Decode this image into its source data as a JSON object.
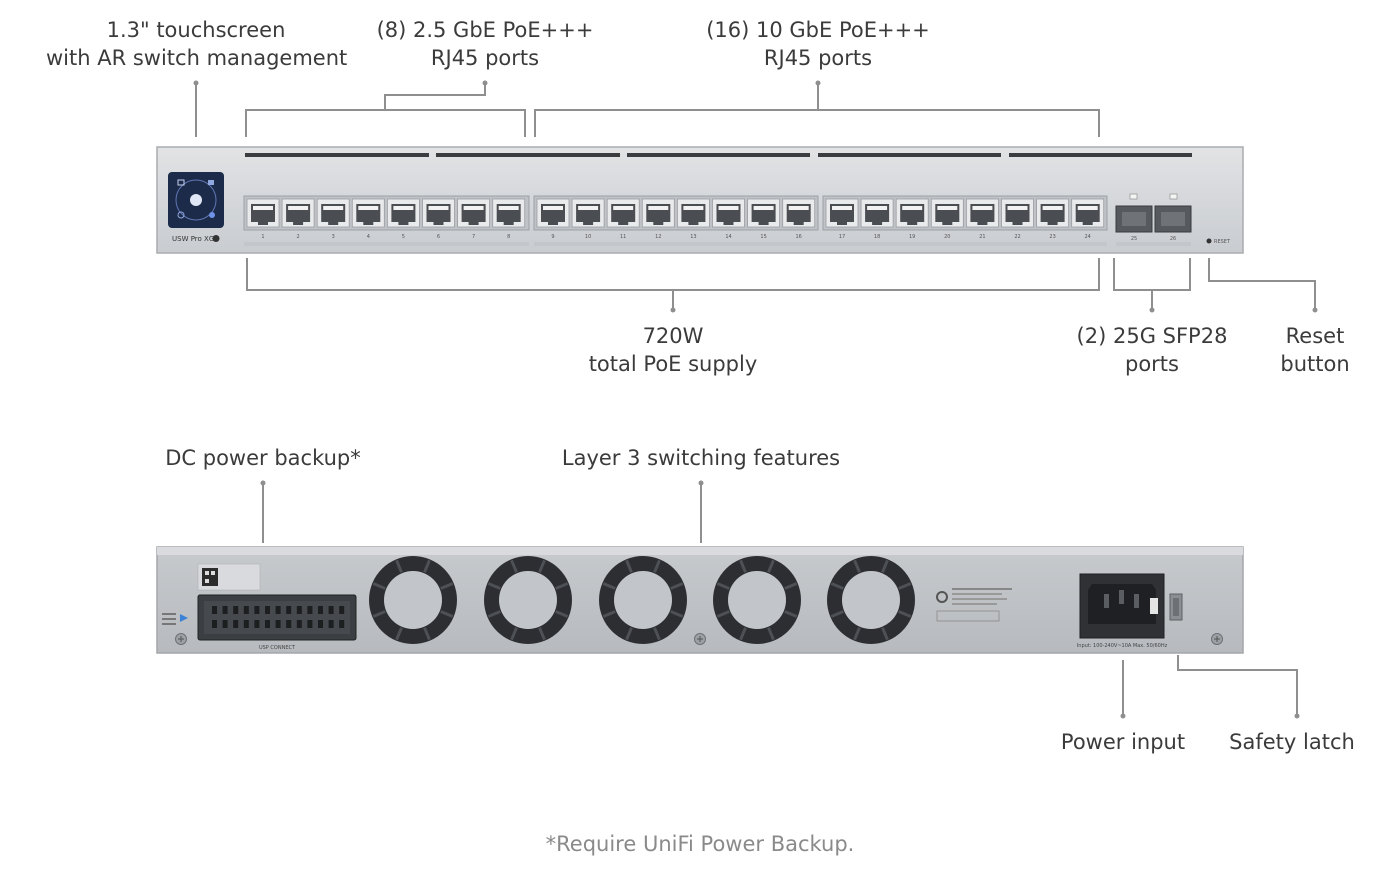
{
  "callouts": {
    "touchscreen": {
      "line1": "1.3\" touchscreen",
      "line2": "with AR switch management"
    },
    "ports_25g": {
      "line1": "(8) 2.5 GbE PoE+++",
      "line2": "RJ45 ports"
    },
    "ports_10g": {
      "line1": "(16) 10 GbE PoE+++",
      "line2": "RJ45 ports"
    },
    "poe_supply": {
      "line1": "720W",
      "line2": "total PoE supply"
    },
    "sfp28": {
      "line1": "(2) 25G SFP28",
      "line2": "ports"
    },
    "reset": {
      "line1": "Reset",
      "line2": "button"
    },
    "dc_backup": {
      "line1": "DC power backup*"
    },
    "layer3": {
      "line1": "Layer 3 switching features"
    },
    "power_input": {
      "line1": "Power input"
    },
    "safety_latch": {
      "line1": "Safety latch"
    }
  },
  "front_panel": {
    "model_label": "USW Pro XG",
    "port_labels": [
      "1",
      "2",
      "3",
      "4",
      "5",
      "6",
      "7",
      "8",
      "9",
      "10",
      "11",
      "12",
      "13",
      "14",
      "15",
      "16",
      "17",
      "18",
      "19",
      "20",
      "21",
      "22",
      "23",
      "24"
    ],
    "sfp_labels": [
      "25",
      "26"
    ],
    "reset_label": "RESET"
  },
  "rear_panel": {
    "usp_label": "USP CONNECT",
    "power_rating": "Input: 100-240V~10A Max. 50/60Hz"
  },
  "footnote": "*Require UniFi Power Backup.",
  "colors": {
    "chassis": "#d3d5d8",
    "chassis_edge": "#a9acb0",
    "port_dark": "#4a4d52",
    "leader": "#8f8f8f",
    "text": "#3b3b3b",
    "footnote": "#8a8a8a"
  }
}
